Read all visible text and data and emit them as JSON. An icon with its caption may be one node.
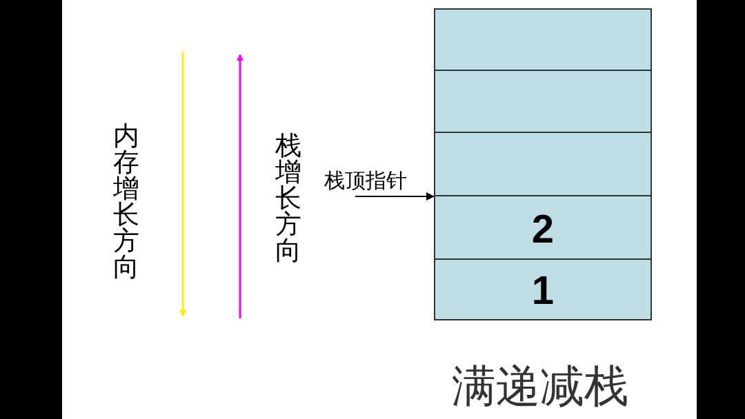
{
  "diagram": {
    "caption": "满递减栈",
    "nodes": [
      {
        "text": [],
        "shape": "box"
      },
      {
        "text": [],
        "shape": "box"
      },
      {
        "text": [],
        "shape": "box"
      },
      {
        "text": [
          "2"
        ]
      },
      {
        "text": [
          "1"
        ]
      },
      {
        "text": [
          "栈顶指针"
        ]
      }
    ],
    "edges": [
      {
        "from": 5,
        "to": 3,
        "arrow": "to"
      }
    ],
    "labels": [
      "内存增长方向",
      "栈增长方向"
    ]
  }
}
